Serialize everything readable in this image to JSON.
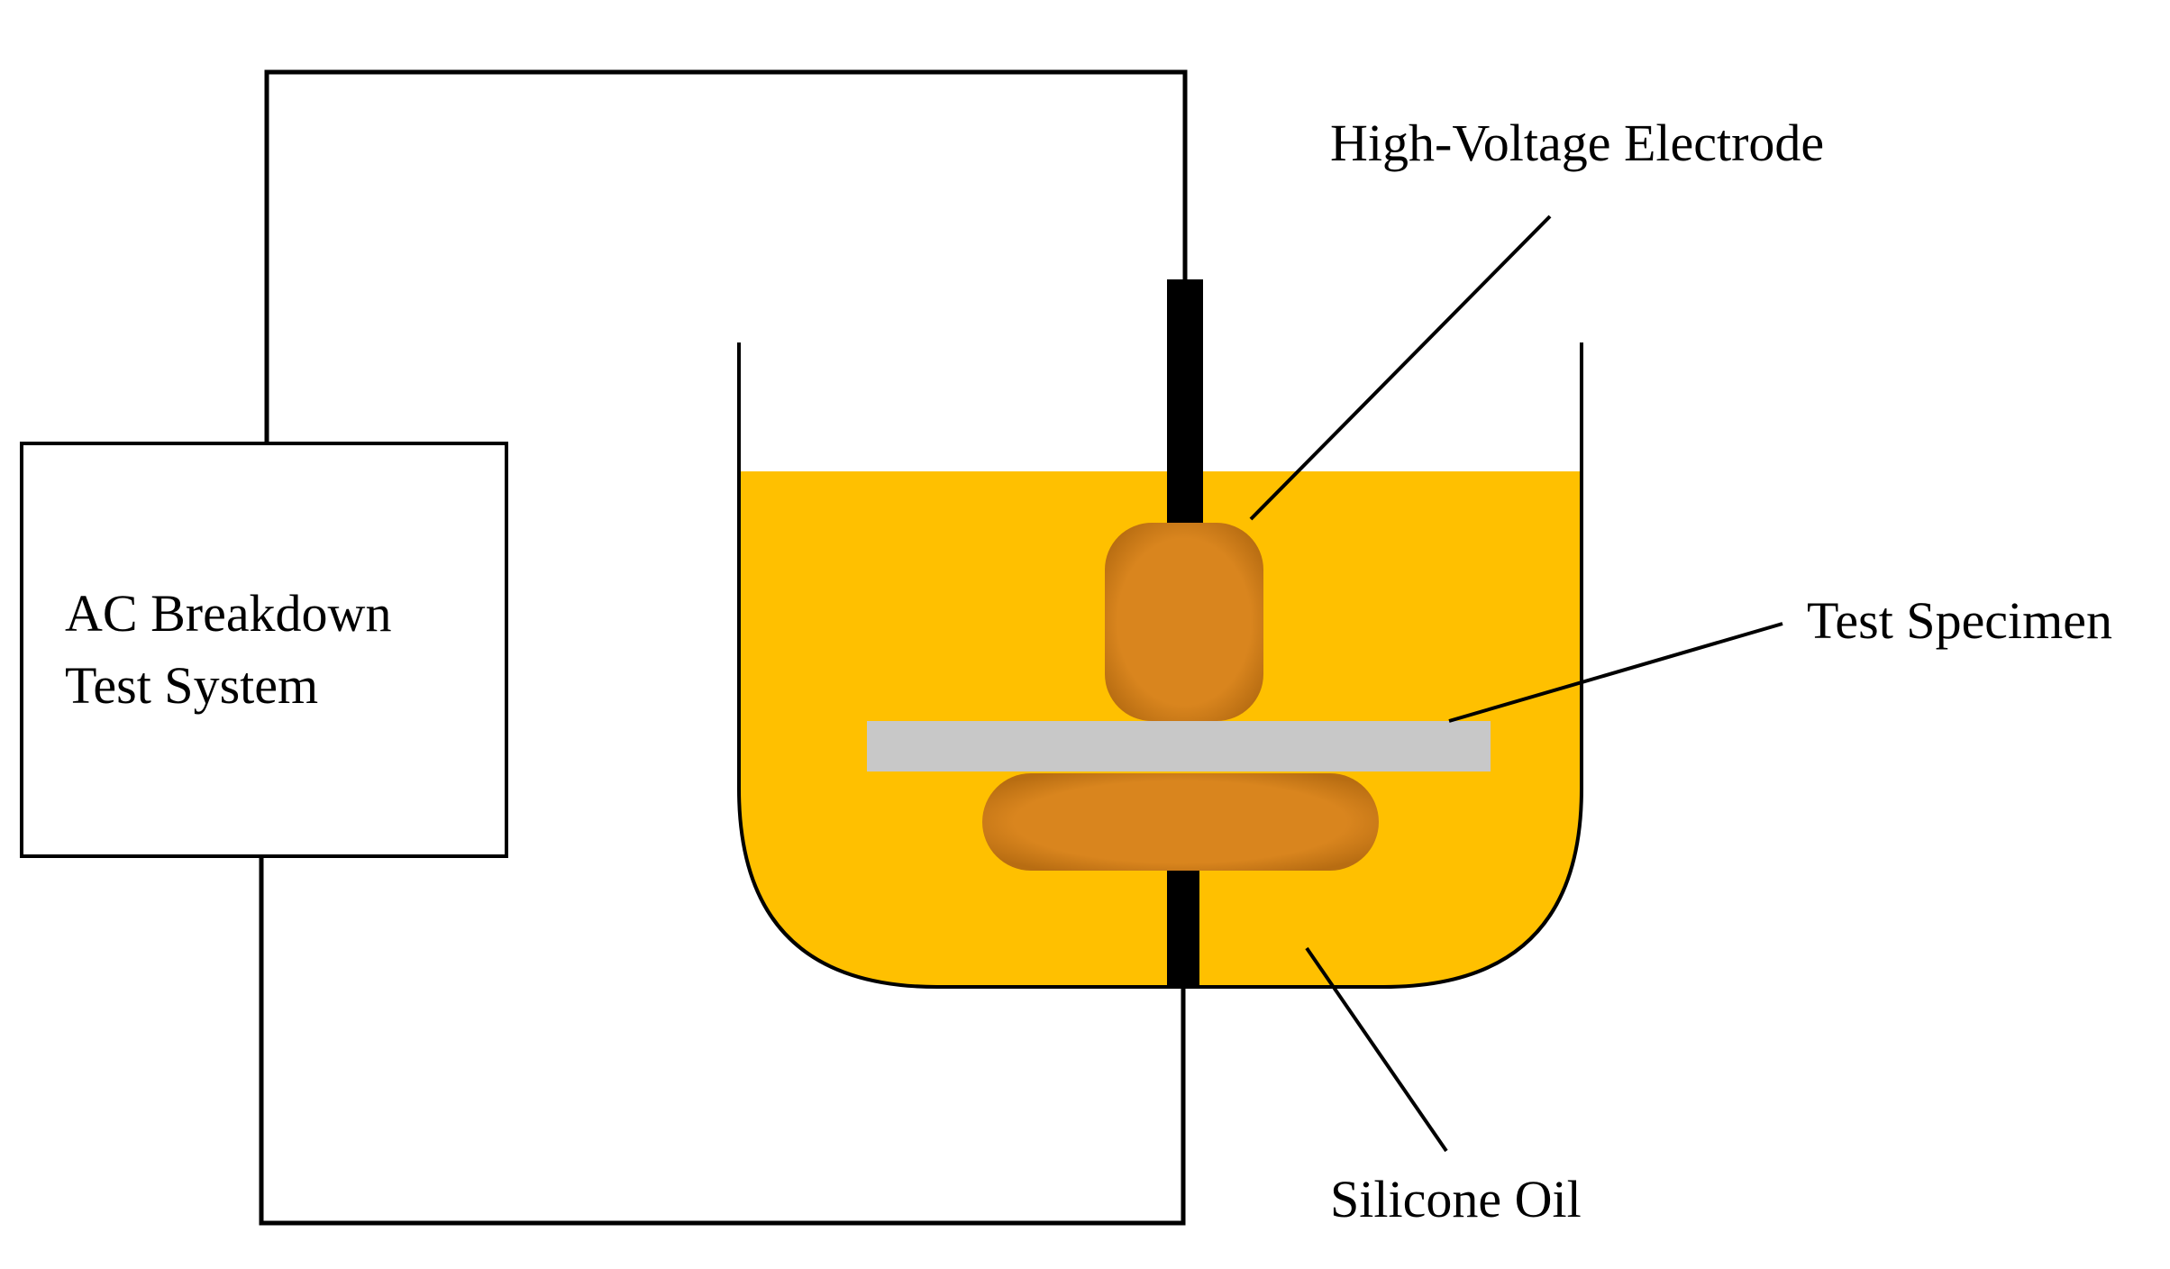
{
  "diagram": {
    "system_box": {
      "line1": "AC Breakdown",
      "line2": "Test System"
    },
    "labels": {
      "electrode": "High-Voltage Electrode",
      "specimen": "Test Specimen",
      "oil": "Silicone Oil"
    },
    "colors": {
      "background": "#ffffff",
      "line": "#000000",
      "oil": "#ffc000",
      "electrode": "#d9851e",
      "specimen": "#c8c8c8"
    }
  }
}
